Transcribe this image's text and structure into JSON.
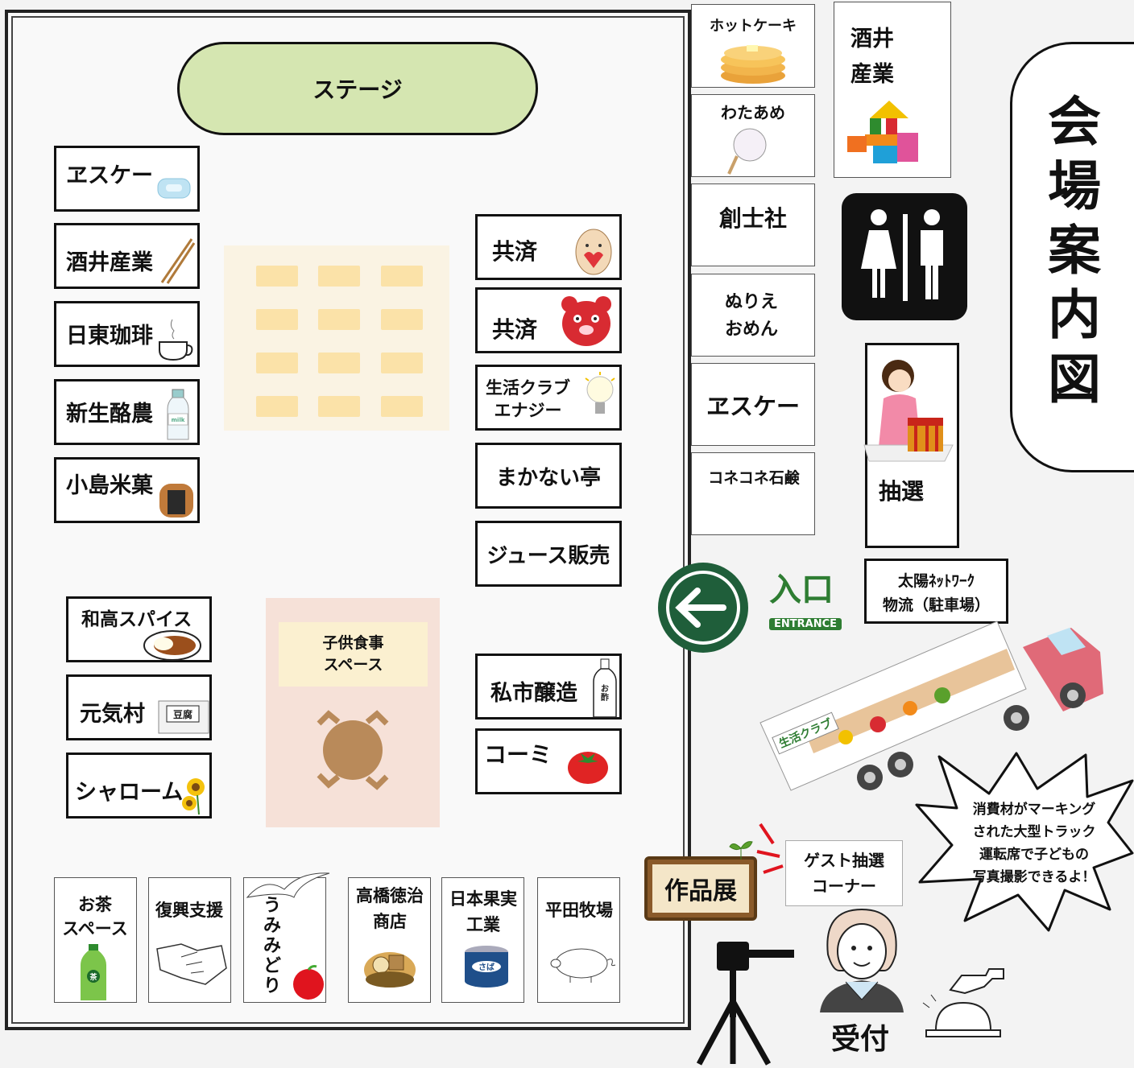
{
  "title": "会場案内図",
  "stage": "ステージ",
  "left_booths": [
    "ヱスケー",
    "酒井産業",
    "日東珈琲",
    "新生酪農",
    "小島米菓"
  ],
  "left_booths_lower": [
    "和高スパイス",
    "元気村",
    "シャローム"
  ],
  "middle_booths": [
    "共済",
    "共済",
    "生活クラブ\nエナジー",
    "まかない亭",
    "ジュース販売"
  ],
  "middle_booths_lower": [
    "私市醸造",
    "コーミ"
  ],
  "kids_space": "子供食事\nスペース",
  "bottom_booths": [
    "お茶\nスペース",
    "復興支援",
    "うみみどり",
    "高橋徳治\n商店",
    "日本果実\n工業",
    "平田牧場"
  ],
  "right_column": [
    "ホットケーキ",
    "わたあめ",
    "創士社",
    "ぬりえ\nおめん",
    "ヱスケー",
    "コネコネ石鹸"
  ],
  "sakai_corner": "酒井\n産業",
  "lottery": "抽選",
  "taiyo": "太陽ﾈｯﾄﾜｰｸ\n物流（駐車場）",
  "entrance": {
    "jp": "入口",
    "en": "ENTRANCE"
  },
  "guest_lottery": "ゲスト抽選\nコーナー",
  "exhibition": "作品展",
  "reception": "受付",
  "speech_bubble": "消費材がマーキング\nされた大型トラック\n運転席で子どもの\n写真撮影できるよ！",
  "truck_label": "生活クラブ",
  "icons": {
    "milk": "milk",
    "coffee_cup": "日東珈琲",
    "vinegar": "お\n酢",
    "tofu": "豆腐",
    "can": "さば",
    "tea": "茶"
  },
  "colors": {
    "stage": "#d5e6b1",
    "kids_area": "#f6e1d8",
    "seat": "#fbe2a8",
    "entrance_green": "#1f5e3a"
  }
}
